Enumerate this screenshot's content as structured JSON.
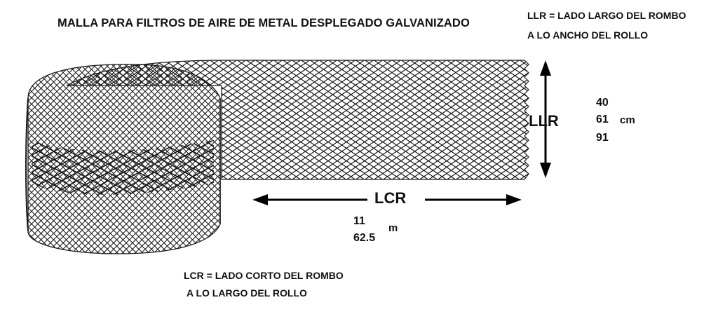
{
  "title": "MALLA PARA FILTROS DE AIRE DE METAL DESPLEGADO GALVANIZADO",
  "llr_definition": [
    "LLR = LADO LARGO DEL ROMBO",
    "A LO ANCHO DEL ROLLO"
  ],
  "lcr_definition": [
    "LCR = LADO CORTO DEL ROMBO",
    "A LO LARGO DEL ROLLO"
  ],
  "llr_label": "LLR",
  "lcr_label": "LCR",
  "widths": [
    "40",
    "61",
    "91"
  ],
  "width_unit": "cm",
  "lengths": [
    "11",
    "62.5"
  ],
  "length_unit": "m",
  "colors": {
    "mesh": "#1a1a1a",
    "text": "#111111",
    "background": "#ffffff"
  }
}
